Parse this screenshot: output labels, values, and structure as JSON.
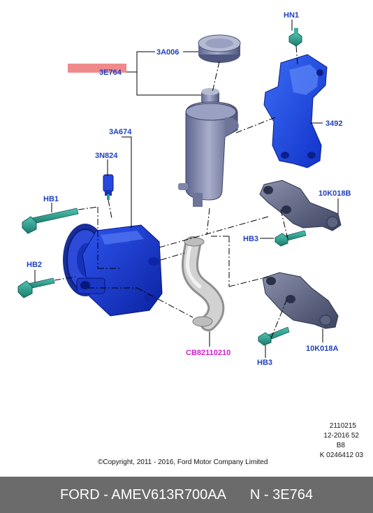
{
  "labels": {
    "hn1": "HN1",
    "p3a006": "3A006",
    "p3e764": "3E764",
    "p3492": "3492",
    "p3a674": "3A674",
    "p3n824": "3N824",
    "hb1": "HB1",
    "hb2": "HB2",
    "p10k018b": "10K018B",
    "hb3a": "HB3",
    "hb3b": "HB3",
    "p10k018a": "10K018A",
    "hose": "CB82110210"
  },
  "info": {
    "line1": "2110215",
    "line2": "12-2016 52",
    "line3": "B8",
    "line4": "K 0246412 03"
  },
  "copyright": "©Copyright, 2011 - 2016, Ford Motor Company Limited",
  "footer": {
    "left": "FORD - AMEV613R700AA",
    "right": "N - 3E764"
  },
  "colors": {
    "label_blue": "#1f3fbf",
    "label_magenta": "#d020d0",
    "highlight": "#f08a8a",
    "part_blue": "#1a3fd6",
    "reservoir_grey": "#7f86a8",
    "bracket_grey": "#5c6480",
    "bolt_teal": "#2a9e8e",
    "footer_bg": "#6b6b6b"
  }
}
